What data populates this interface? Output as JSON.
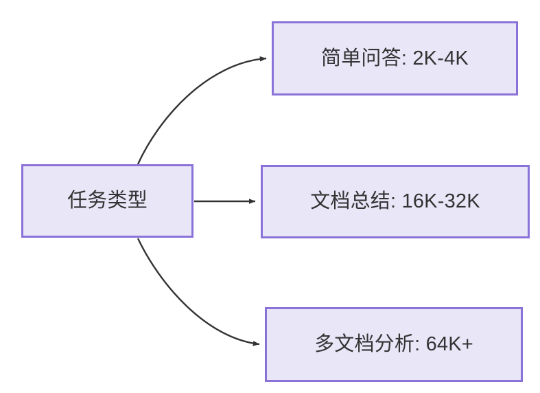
{
  "diagram": {
    "type": "flowchart",
    "direction": "left-to-right",
    "background_color": "#ffffff",
    "node_fill_color": "#e9e6f8",
    "node_border_color": "#8b72d8",
    "node_text_color": "#333333",
    "edge_color": "#333333",
    "root": {
      "id": "root",
      "label": "任务类型"
    },
    "branches": [
      {
        "id": "simple-qa",
        "label": "简单问答: 2K-4K",
        "task": "简单问答",
        "token_range": "2K-4K",
        "edge_style": "curved"
      },
      {
        "id": "doc-summary",
        "label": "文档总结: 16K-32K",
        "task": "文档总结",
        "token_range": "16K-32K",
        "edge_style": "straight"
      },
      {
        "id": "multi-doc",
        "label": "多文档分析: 64K+",
        "task": "多文档分析",
        "token_range": "64K+",
        "edge_style": "curved"
      }
    ],
    "edges": [
      {
        "id": "edge-root-to-simple-qa",
        "from": "任务类型",
        "to": "简单问答: 2K-4K"
      },
      {
        "id": "edge-root-to-doc-summary",
        "from": "任务类型",
        "to": "文档总结: 16K-32K"
      },
      {
        "id": "edge-root-to-multi-doc",
        "from": "任务类型",
        "to": "多文档分析: 64K+"
      }
    ]
  }
}
